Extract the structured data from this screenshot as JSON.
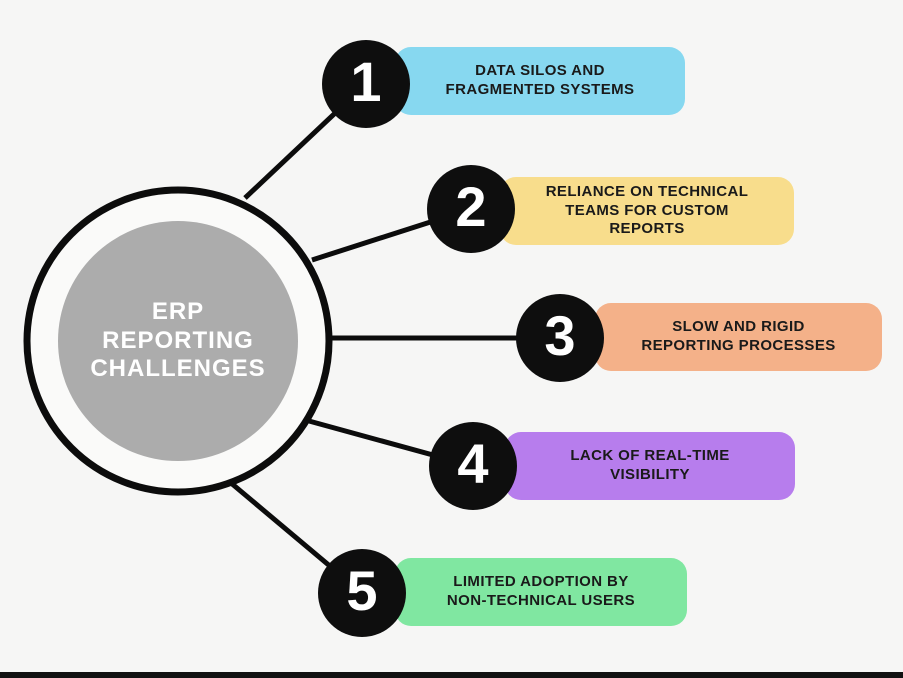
{
  "background_color": "#f6f6f5",
  "connector_color": "#0c0c0c",
  "footer_bar_color": "#111111",
  "node_fill": "#0e0e0e",
  "node_number_color": "#ffffff",
  "center": {
    "title": "ERP\nREPORTING\nCHALLENGES",
    "ring_fill": "#fafaf9",
    "ring_stroke": "#0c0c0c",
    "inner_fill": "#acacac",
    "text_color": "#ffffff"
  },
  "items": [
    {
      "number": "1",
      "label": "DATA SILOS AND\nFRAGMENTED SYSTEMS",
      "color": "#87d8f0"
    },
    {
      "number": "2",
      "label": "RELIANCE ON TECHNICAL\nTEAMS FOR CUSTOM\nREPORTS",
      "color": "#f8dd8c"
    },
    {
      "number": "3",
      "label": "SLOW AND RIGID\nREPORTING PROCESSES",
      "color": "#f4b189"
    },
    {
      "number": "4",
      "label": "LACK OF REAL-TIME\nVISIBILITY",
      "color": "#b77ded"
    },
    {
      "number": "5",
      "label": "LIMITED ADOPTION BY\nNON-TECHNICAL USERS",
      "color": "#80e7a1"
    }
  ]
}
